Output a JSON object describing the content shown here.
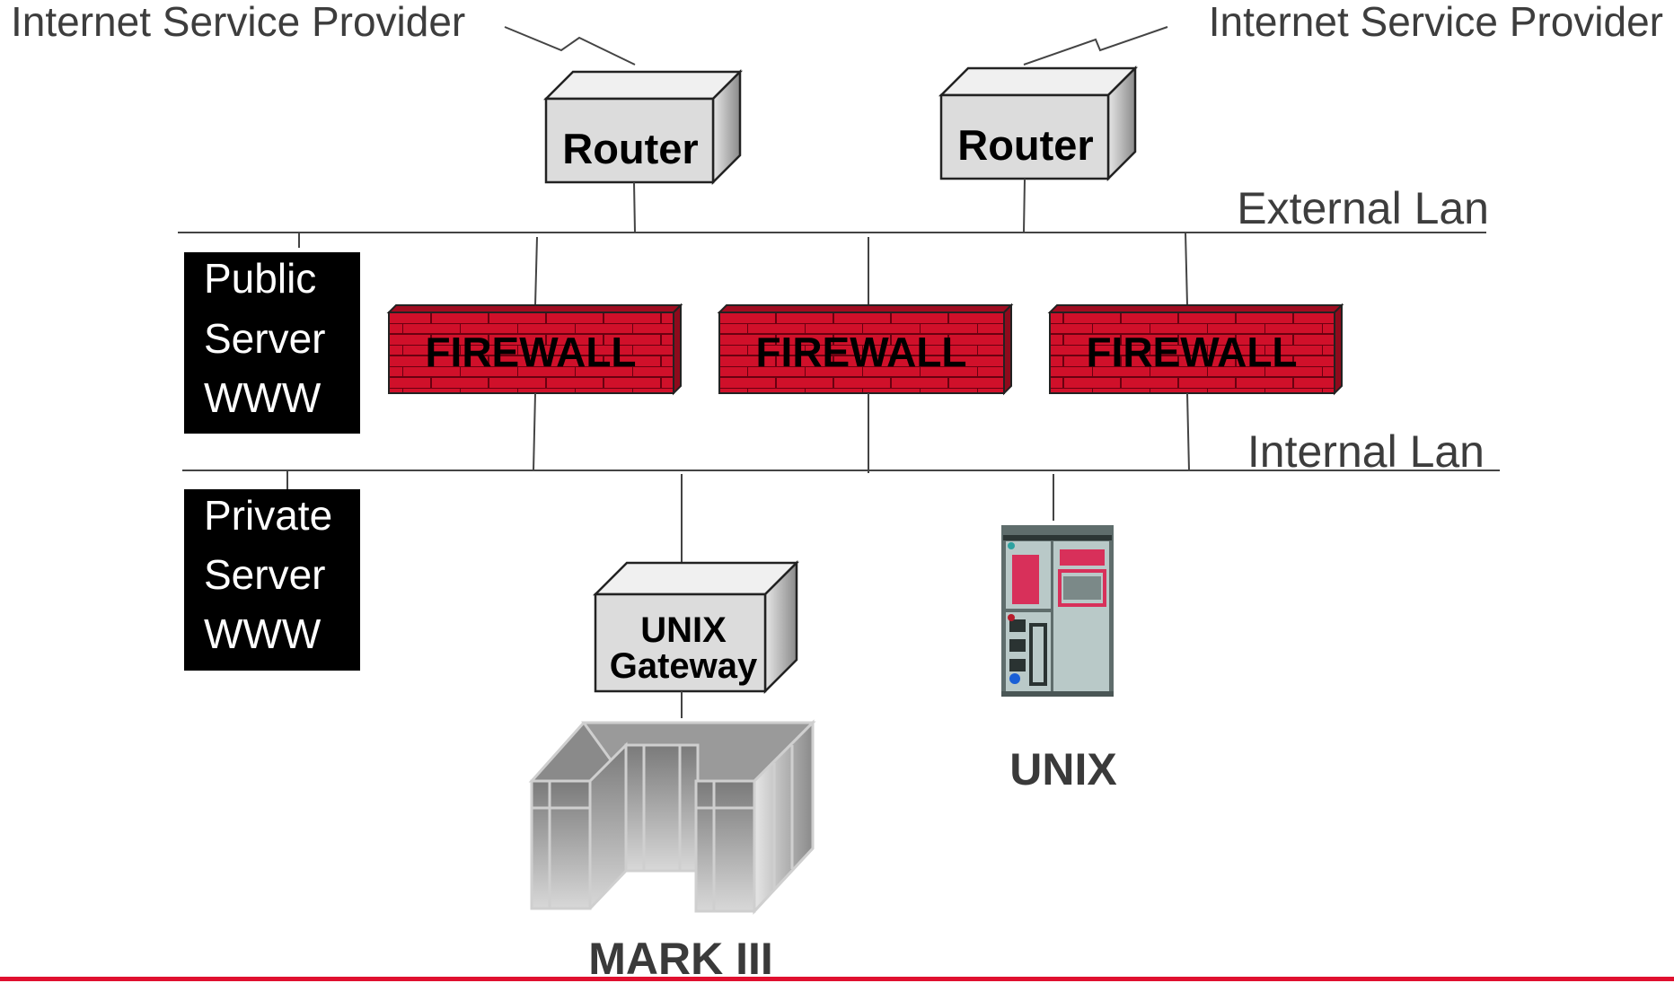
{
  "isp_left": "Internet Service Provider",
  "isp_right": "Internet Service Provider",
  "router_left": "Router",
  "router_right": "Router",
  "external_lan": "External Lan",
  "internal_lan": "Internal Lan",
  "public_server": [
    "Public",
    "Server",
    "WWW"
  ],
  "private_server": [
    "Private",
    "Server",
    "WWW"
  ],
  "firewalls": [
    "FIREWALL",
    "FIREWALL",
    "FIREWALL"
  ],
  "gateway": [
    "UNIX",
    "Gateway"
  ],
  "unix": "UNIX",
  "mark": "MARK  III",
  "colors": {
    "firewall_red": "#d0102a",
    "box_fill": "#dcdcdc",
    "server_box": "#000000",
    "bottom_rule": "#e0102f"
  },
  "icons": [
    "router-box",
    "firewall-brick",
    "unix-server-tower",
    "mainframe-mark-iii"
  ]
}
